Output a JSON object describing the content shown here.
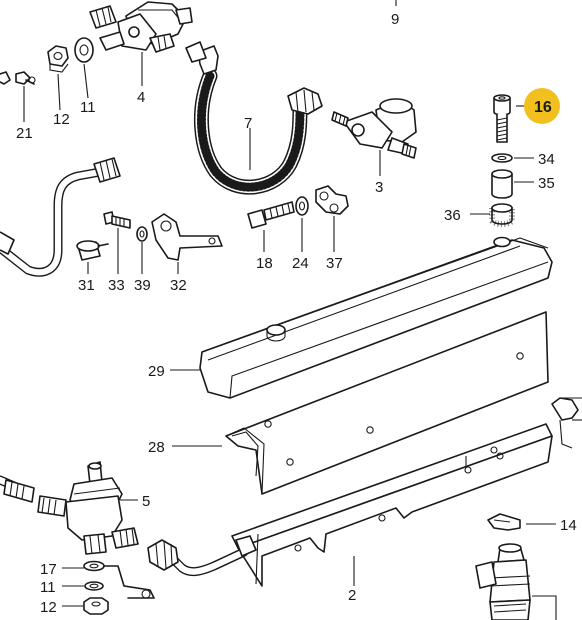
{
  "diagram": {
    "highlight_color": "#f2c01e",
    "line_color": "#1a1a1a",
    "labels": {
      "p9": "9",
      "p16": "16",
      "p34": "34",
      "p35": "35",
      "p36": "36",
      "p4": "4",
      "p7": "7",
      "p3": "3",
      "p11a": "11",
      "p12a": "12",
      "p21": "21",
      "p18": "18",
      "p24": "24",
      "p37": "37",
      "p31": "31",
      "p33": "33",
      "p39": "39",
      "p32": "32",
      "p29": "29",
      "p28": "28",
      "p5": "5",
      "p14": "14",
      "p17": "17",
      "p11b": "11",
      "p12b": "12",
      "p2": "2"
    }
  }
}
